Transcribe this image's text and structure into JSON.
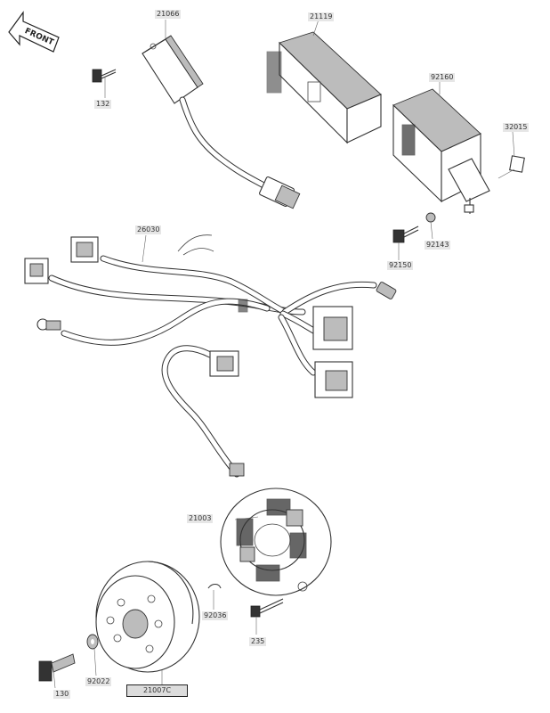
{
  "direction_marker": {
    "text": "FRONT"
  },
  "labels": {
    "cdi_unit": "21066",
    "bolt_top": "132",
    "ecu": "21119",
    "regulator": "92160",
    "clamp": "32015",
    "nut": "92143",
    "bolt_regulator": "92150",
    "main_harness": "26030",
    "stator": "21003",
    "key": "92036",
    "stator_bolt": "235",
    "flywheel_bolt": "130",
    "washer": "92022",
    "flywheel_assembly": "21007C"
  }
}
